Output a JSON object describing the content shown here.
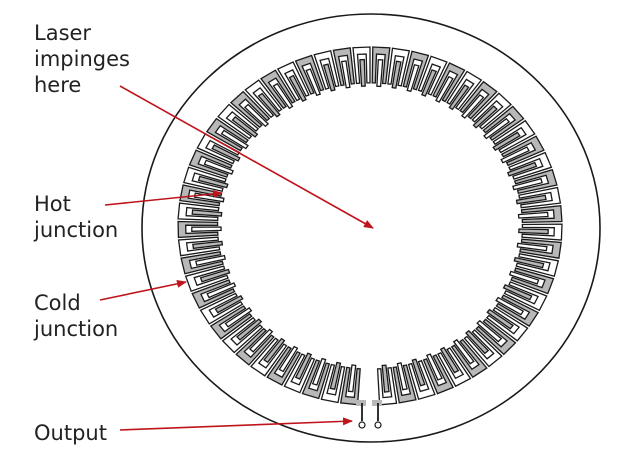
{
  "labels": {
    "laser": [
      "Laser",
      "impinges",
      "here"
    ],
    "hot": [
      "Hot",
      "junction"
    ],
    "cold": [
      "Cold",
      "junction"
    ],
    "output": "Output"
  },
  "colors": {
    "arrow": "#c0141c",
    "metal": "#b8b8b8",
    "line": "#1a1a1a"
  }
}
